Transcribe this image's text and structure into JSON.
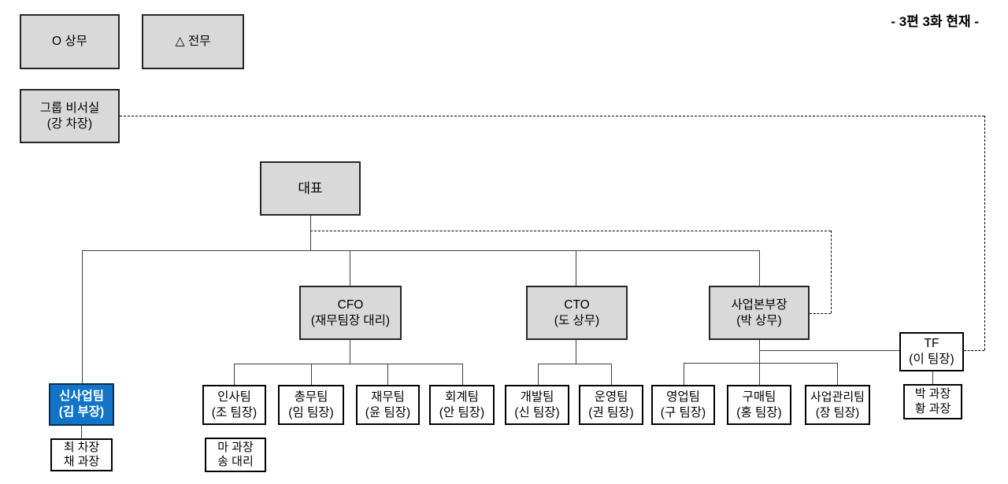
{
  "header": {
    "episode_label": "- 3편 3화 현재 -"
  },
  "legend": {
    "sangmu": {
      "label": "O 상무"
    },
    "jeonmu": {
      "label": "△ 전무"
    }
  },
  "org": {
    "secretary": {
      "title": "그룹 비서실",
      "person": "(강 차장)"
    },
    "ceo": {
      "title": "대표"
    },
    "cfo": {
      "title": "CFO",
      "person": "(재무팀장 대리)"
    },
    "cto": {
      "title": "CTO",
      "person": "(도 상무)"
    },
    "biz_division_head": {
      "title": "사업본부장",
      "person": "(박 상무)"
    },
    "tf": {
      "title": "TF",
      "person": "(이 팀장)"
    },
    "new_business_team": {
      "title": "신사업팀",
      "person": "(김 부장)"
    },
    "new_business_members": {
      "line1": "최 차장",
      "line2": "채 과장"
    },
    "hr_team": {
      "title": "인사팀",
      "person": "(조 팀장)"
    },
    "hr_members": {
      "line1": "마 과장",
      "line2": "송 대리"
    },
    "general_affairs_team": {
      "title": "총무팀",
      "person": "(임 팀장)"
    },
    "finance_team": {
      "title": "재무팀",
      "person": "(윤 팀장)"
    },
    "accounting_team": {
      "title": "회계팀",
      "person": "(안 팀장)"
    },
    "dev_team": {
      "title": "개발팀",
      "person": "(신 팀장)"
    },
    "ops_team": {
      "title": "운영팀",
      "person": "(권 팀장)"
    },
    "sales_team": {
      "title": "영업팀",
      "person": "(구 팀장)"
    },
    "purchasing_team": {
      "title": "구매팀",
      "person": "(홍 팀장)"
    },
    "biz_mgmt_team": {
      "title": "사업관리팀",
      "person": "(장 팀장)"
    },
    "tf_members": {
      "line1": "박 과장",
      "line2": "황 과장"
    }
  },
  "colors": {
    "node_fill_gray": "#d9d9d9",
    "node_border": "#262626",
    "highlight_fill": "#1174c7",
    "highlight_text": "#ffffff",
    "connector_solid": "#3f3f3f",
    "connector_dashed": "#000000"
  }
}
